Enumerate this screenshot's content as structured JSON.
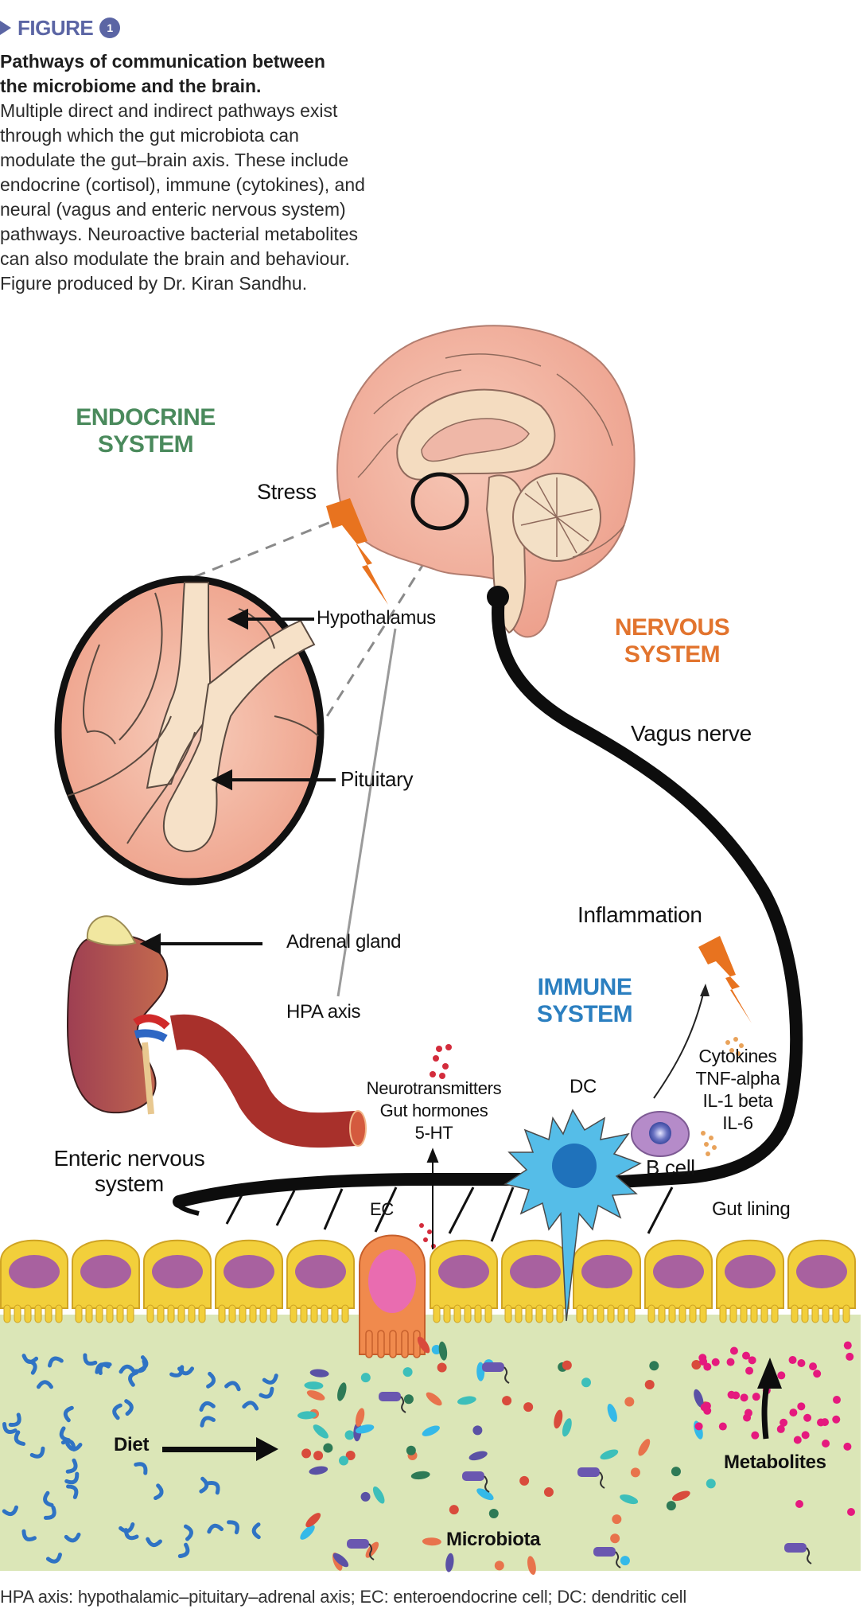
{
  "figure": {
    "label": "FIGURE",
    "number": "1",
    "accent_color": "#5b65a4"
  },
  "caption": {
    "title_lines": [
      "Pathways of communication between",
      "the microbiome and the brain."
    ],
    "body_lines": [
      "Multiple direct and indirect pathways exist",
      "through which the gut microbiota can",
      "modulate the gut–brain axis. These include",
      "endocrine (cortisol), immune (cytokines), and",
      "neural (vagus and enteric nervous system)",
      "pathways. Neuroactive bacterial metabolites",
      "can also modulate the brain and behaviour.",
      "Figure produced by Dr. Kiran Sandhu."
    ]
  },
  "systems": {
    "endocrine": {
      "lines": [
        "ENDOCRINE",
        "SYSTEM"
      ],
      "color": "#4a8a5c"
    },
    "nervous": {
      "lines": [
        "NERVOUS",
        "SYSTEM"
      ],
      "color": "#e2742e"
    },
    "immune": {
      "lines": [
        "IMMUNE",
        "SYSTEM"
      ],
      "color": "#2b7fc0"
    }
  },
  "labels": {
    "stress": "Stress",
    "hypothalamus": "Hypothalamus",
    "pituitary": "Pituitary",
    "vagus_nerve": "Vagus nerve",
    "adrenal_gland": "Adrenal gland",
    "hpa_axis": "HPA axis",
    "inflammation": "Inflammation",
    "neuro_lines": [
      "Neurotransmitters",
      "Gut hormones",
      "5-HT"
    ],
    "dc": "DC",
    "cytokine_lines": [
      "Cytokines",
      "TNF-alpha",
      "IL-1 beta",
      "IL-6"
    ],
    "b_cell": "B cell",
    "enteric_lines": [
      "Enteric nervous",
      "system"
    ],
    "ec": "EC",
    "gut_lining": "Gut lining",
    "diet": "Diet",
    "metabolites": "Metabolites",
    "microbiota": "Microbiota"
  },
  "colors": {
    "brain": "#f0ab97",
    "brain_inner": "#f6e0c4",
    "lightning": "#e8731f",
    "epithelium": "#f2cf3b",
    "nucleus": "#a8619f",
    "ec_cell": "#f08a4d",
    "ec_nucleus": "#e96cb0",
    "lumen": "#dbe6b7",
    "dendritic_cell": "#55bde8",
    "dc_nucleus": "#1f72bb",
    "b_cell": "#b58bc9",
    "kidney": "#b5505a",
    "adrenal": "#f1e7a0",
    "vessel": "#b3322a",
    "metabolite": "#e5197e"
  },
  "footnote": "HPA axis: hypothalamic–pituitary–adrenal axis; EC: enteroendocrine cell; DC: dendritic cell"
}
